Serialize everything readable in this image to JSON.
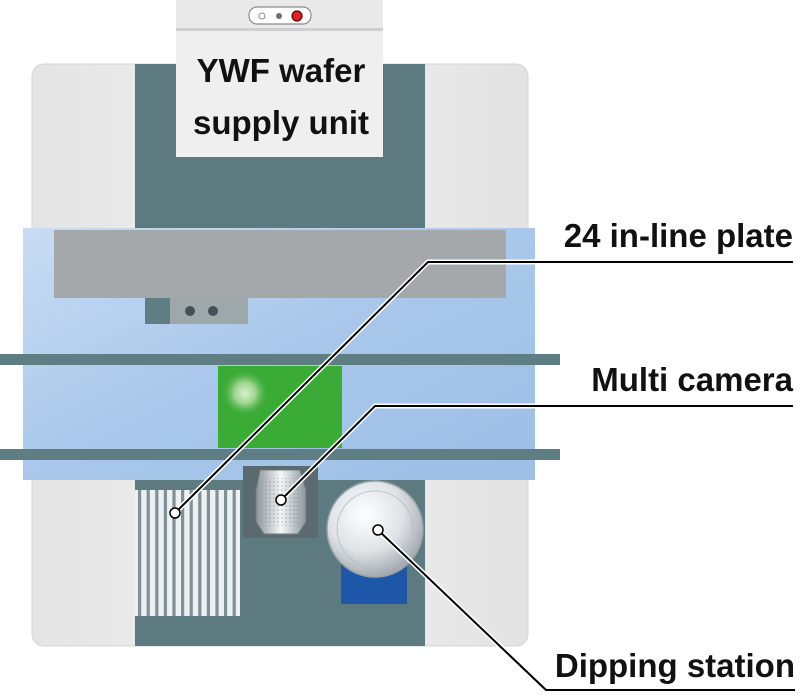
{
  "unit_label": {
    "line1": "YWF wafer",
    "line2": "supply unit"
  },
  "callouts": {
    "inline_plate": "24 in-line plate",
    "multi_camera": "Multi camera",
    "dipping_station": "Dipping station"
  },
  "colors": {
    "machine_body": "#ebebeb",
    "dark_column": "#5c7a80",
    "blue_band": "#a9c8ea",
    "gray_beam": "#a4a8aa",
    "rail": "#5f7e84",
    "green_block": "#3aab35",
    "dipping_blue": "#1f57a8",
    "indicator_red": "#e02020",
    "leader_line": "#000000"
  }
}
